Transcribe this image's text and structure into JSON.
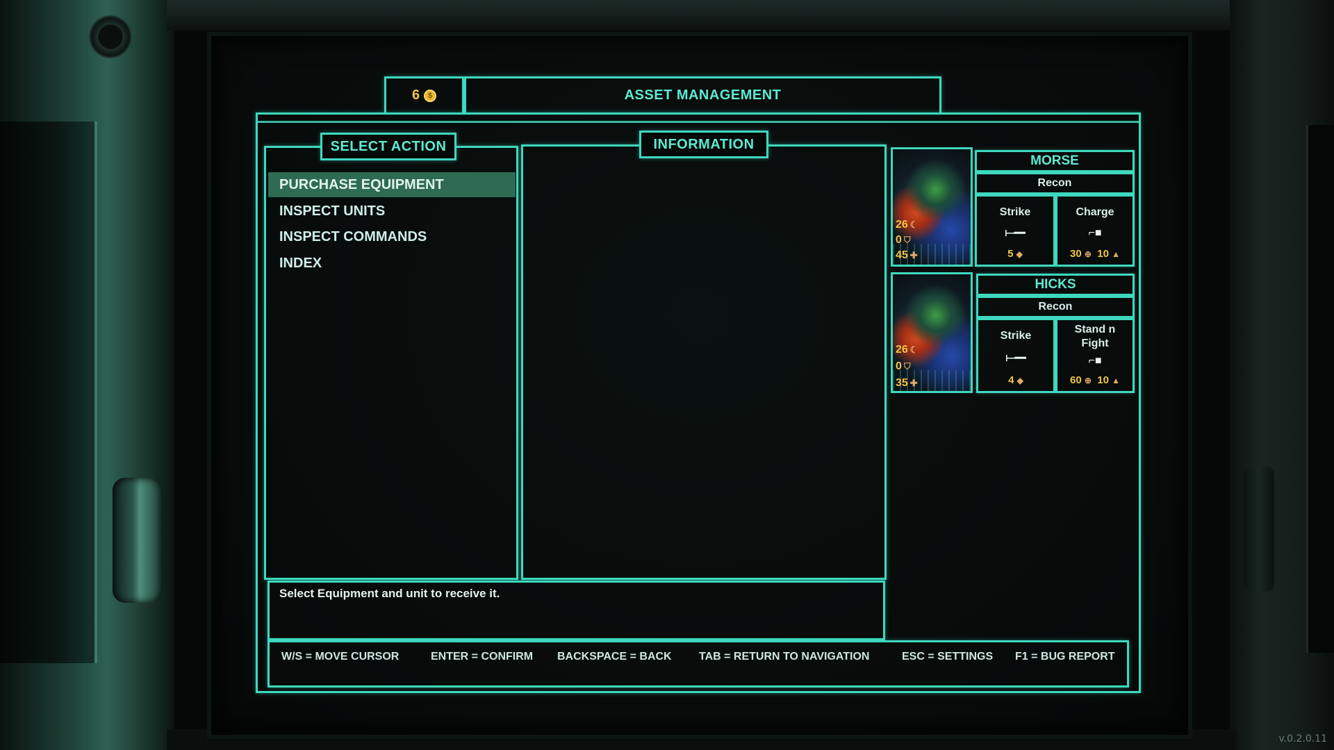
{
  "header": {
    "credits": "6",
    "title": "ASSET MANAGEMENT"
  },
  "panels": {
    "select_action": "SELECT ACTION",
    "information": "INFORMATION"
  },
  "menu": [
    {
      "label": "PURCHASE EQUIPMENT",
      "active": true
    },
    {
      "label": "INSPECT UNITS",
      "active": false
    },
    {
      "label": "INSPECT COMMANDS",
      "active": false
    },
    {
      "label": "INDEX",
      "active": false
    }
  ],
  "message": "Select Equipment and unit to receive it.",
  "controls": [
    "W/S = MOVE CURSOR",
    "ENTER = CONFIRM",
    "BACKSPACE = BACK",
    "TAB = RETURN TO NAVIGATION",
    "ESC = SETTINGS",
    "F1 = BUG REPORT"
  ],
  "units": [
    {
      "name": "MORSE",
      "class": "Recon",
      "stats": {
        "attack": "26",
        "armor": "0",
        "health": "45"
      },
      "abilities": [
        {
          "label": "Strike",
          "icon": "knife-icon",
          "values": [
            "5"
          ]
        },
        {
          "label": "Charge",
          "icon": "pistol-icon",
          "values": [
            "30",
            "10"
          ]
        }
      ]
    },
    {
      "name": "HICKS",
      "class": "Recon",
      "stats": {
        "attack": "26",
        "armor": "0",
        "health": "35"
      },
      "abilities": [
        {
          "label": "Strike",
          "icon": "knife-icon",
          "values": [
            "4"
          ]
        },
        {
          "label": "Stand n Fight",
          "icon": "pistol-icon",
          "values": [
            "60",
            "10"
          ]
        }
      ]
    }
  ],
  "version": "v.0.2.0.11"
}
